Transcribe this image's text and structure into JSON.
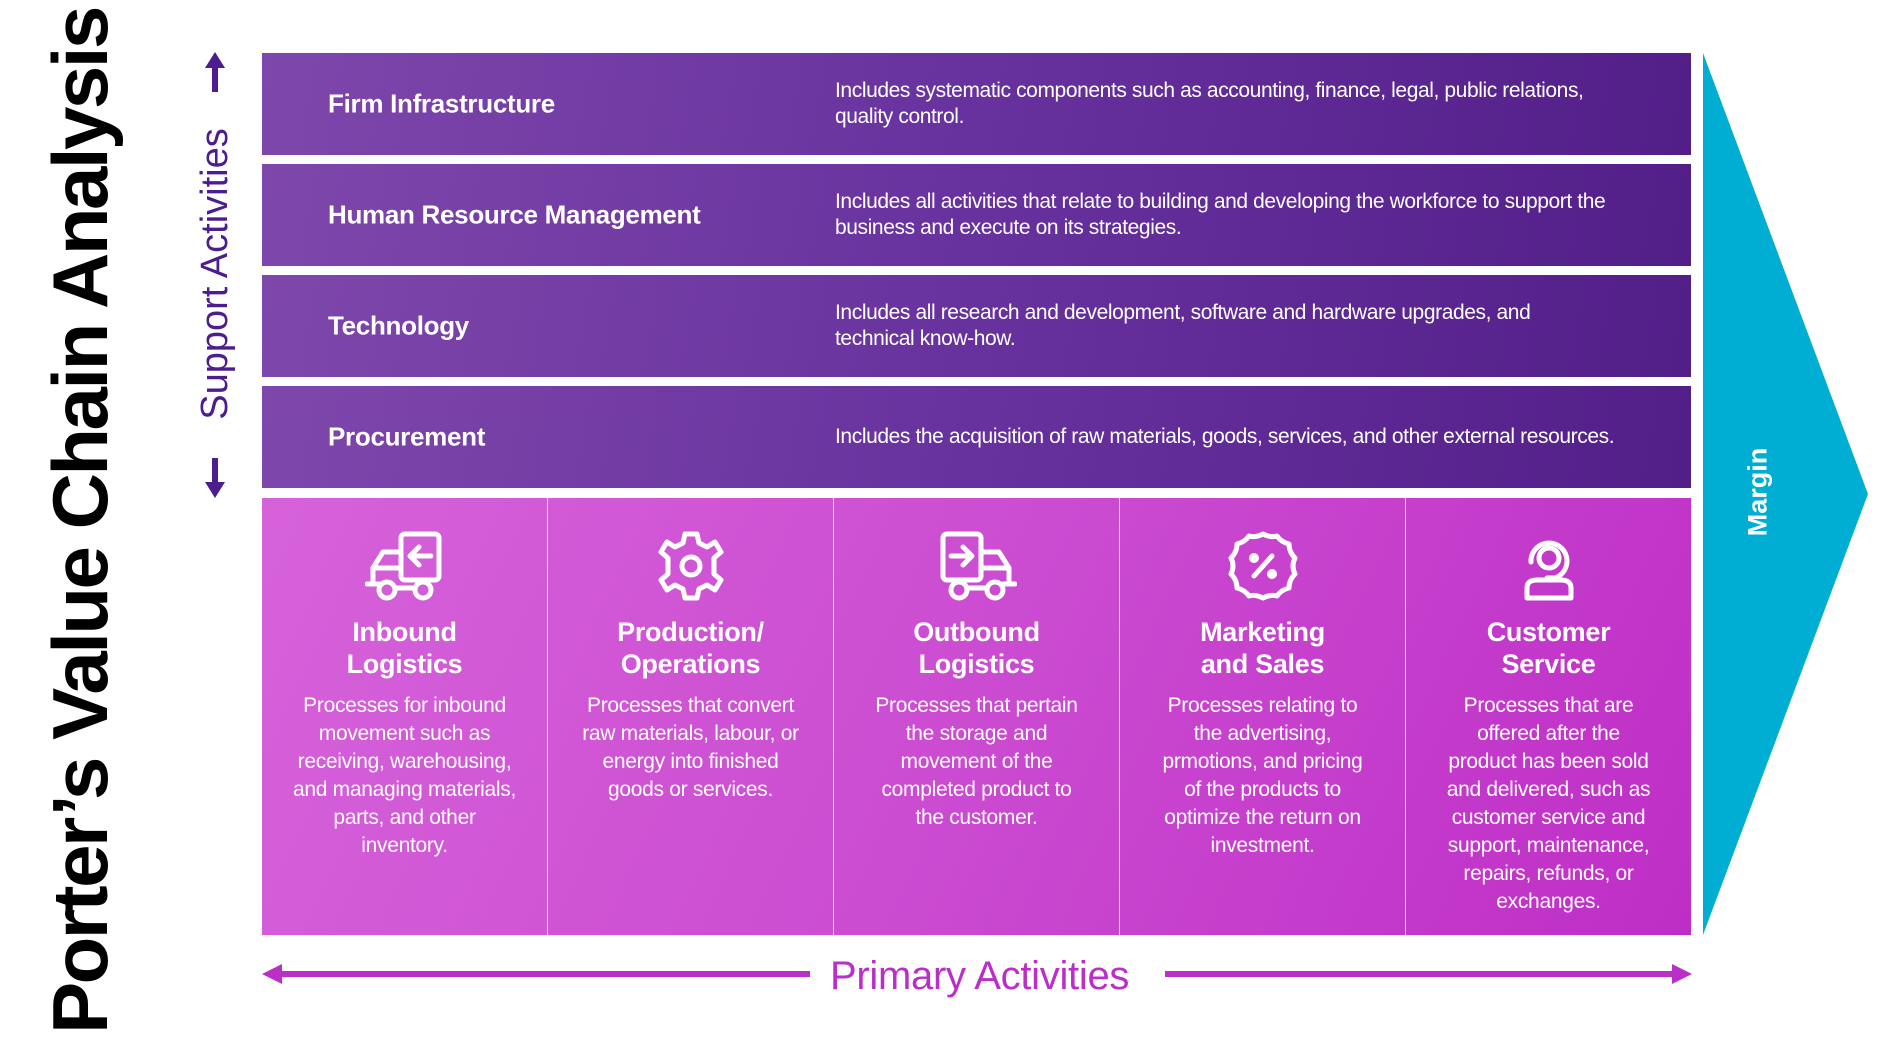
{
  "title": "Porter’s Value Chain Analysis",
  "axes": {
    "support_label": "Support Activities",
    "primary_label": "Primary Activities",
    "margin_label": "Margin"
  },
  "colors": {
    "support_dark": "#521E88",
    "support_light": "#7E47AB",
    "support_axis": "#4B1D8F",
    "primary_light": "#D662DA",
    "primary_dark": "#BE2EC6",
    "primary_axis": "#B92FC8",
    "margin": "#00AED4",
    "title": "#000000"
  },
  "support": [
    {
      "name": "Firm Infrastructure",
      "description": "Includes systematic components such as accounting, finance, legal, public relations, quality control."
    },
    {
      "name": "Human Resource Management",
      "description": "Includes all activities that relate to building and developing the workforce to support the business and execute on its strategies."
    },
    {
      "name": "Technology",
      "description": "Includes all research and development, software and hardware upgrades, and technical know-how."
    },
    {
      "name": "Procurement",
      "description": "Includes the acquisition of raw materials, goods, services, and other external resources."
    }
  ],
  "primary": [
    {
      "icon": "truck-inbound-icon",
      "title": "Inbound\nLogistics",
      "description": "Processes for inbound\nmovement such as\nreceiving, warehousing,\nand managing materials,\nparts, and other\ninventory."
    },
    {
      "icon": "gear-icon",
      "title": "Production/\nOperations",
      "description": "Processes that convert\nraw materials, labour, or\nenergy into finished\ngoods or services."
    },
    {
      "icon": "truck-outbound-icon",
      "title": "Outbound\nLogistics",
      "description": "Processes that pertain\nthe storage and\nmovement of the\ncompleted product to\nthe customer."
    },
    {
      "icon": "discount-badge-icon",
      "title": "Marketing\nand Sales",
      "description": "Processes relating to\nthe advertising,\nprmotions, and pricing\nof the products to\noptimize the return on\ninvestment."
    },
    {
      "icon": "customer-support-icon",
      "title": "Customer\nService",
      "description": "Processes that are\noffered after the\nproduct has been sold\nand delivered, such as\ncustomer service and\nsupport, maintenance,\nrepairs, refunds, or\nexchanges."
    }
  ]
}
